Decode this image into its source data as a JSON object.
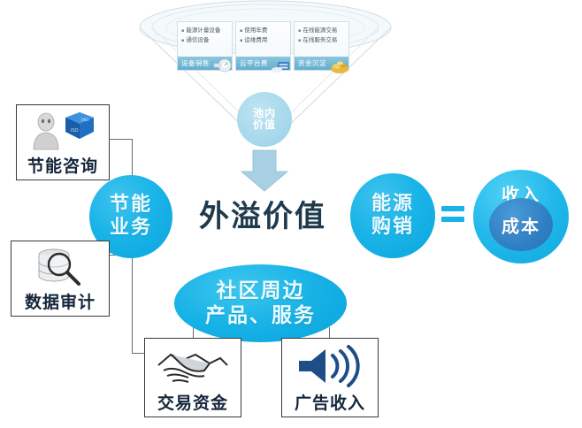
{
  "diagram": {
    "center_label": "外溢价值",
    "funnel": {
      "pool_label_line1": "池内",
      "pool_label_line2": "价值",
      "cards": [
        {
          "bullets": [
            "能源计量设备",
            "通信设备"
          ],
          "label": "设备销售",
          "icon": "meter-device-icon"
        },
        {
          "bullets": [
            "使用年费",
            "运维费用"
          ],
          "label": "云平台费",
          "icon": "cloud-server-icon"
        },
        {
          "bullets": [
            "在线能源交易",
            "在线服务交易"
          ],
          "label": "资金沉淀",
          "icon": "gold-coins-icon"
        }
      ]
    },
    "bubbles": {
      "energy_saving_line1": "节能",
      "energy_saving_line2": "业务",
      "energy_trade_line1": "能源",
      "energy_trade_line2": "购销",
      "community_line1": "社区周边",
      "community_line2": "产品、服务"
    },
    "result": {
      "equals_symbol": "=",
      "revenue_label": "收入",
      "cost_label": "成本"
    },
    "icon_boxes": [
      {
        "caption": "节能咨询",
        "icon": "consultant-person-icon"
      },
      {
        "caption": "数据审计",
        "icon": "database-magnifier-icon"
      },
      {
        "caption": "交易资金",
        "icon": "handshake-icon"
      },
      {
        "caption": "广告收入",
        "icon": "speaker-icon"
      }
    ],
    "colors": {
      "bubble_blue": "#1ab4e8",
      "cost_blue": "#2f7fc4",
      "pool_blue": "#a9d9ec",
      "arrow_blue": "#a9cfe2",
      "core_text": "#1f3a4d",
      "box_border": "#3a3a3a"
    }
  }
}
